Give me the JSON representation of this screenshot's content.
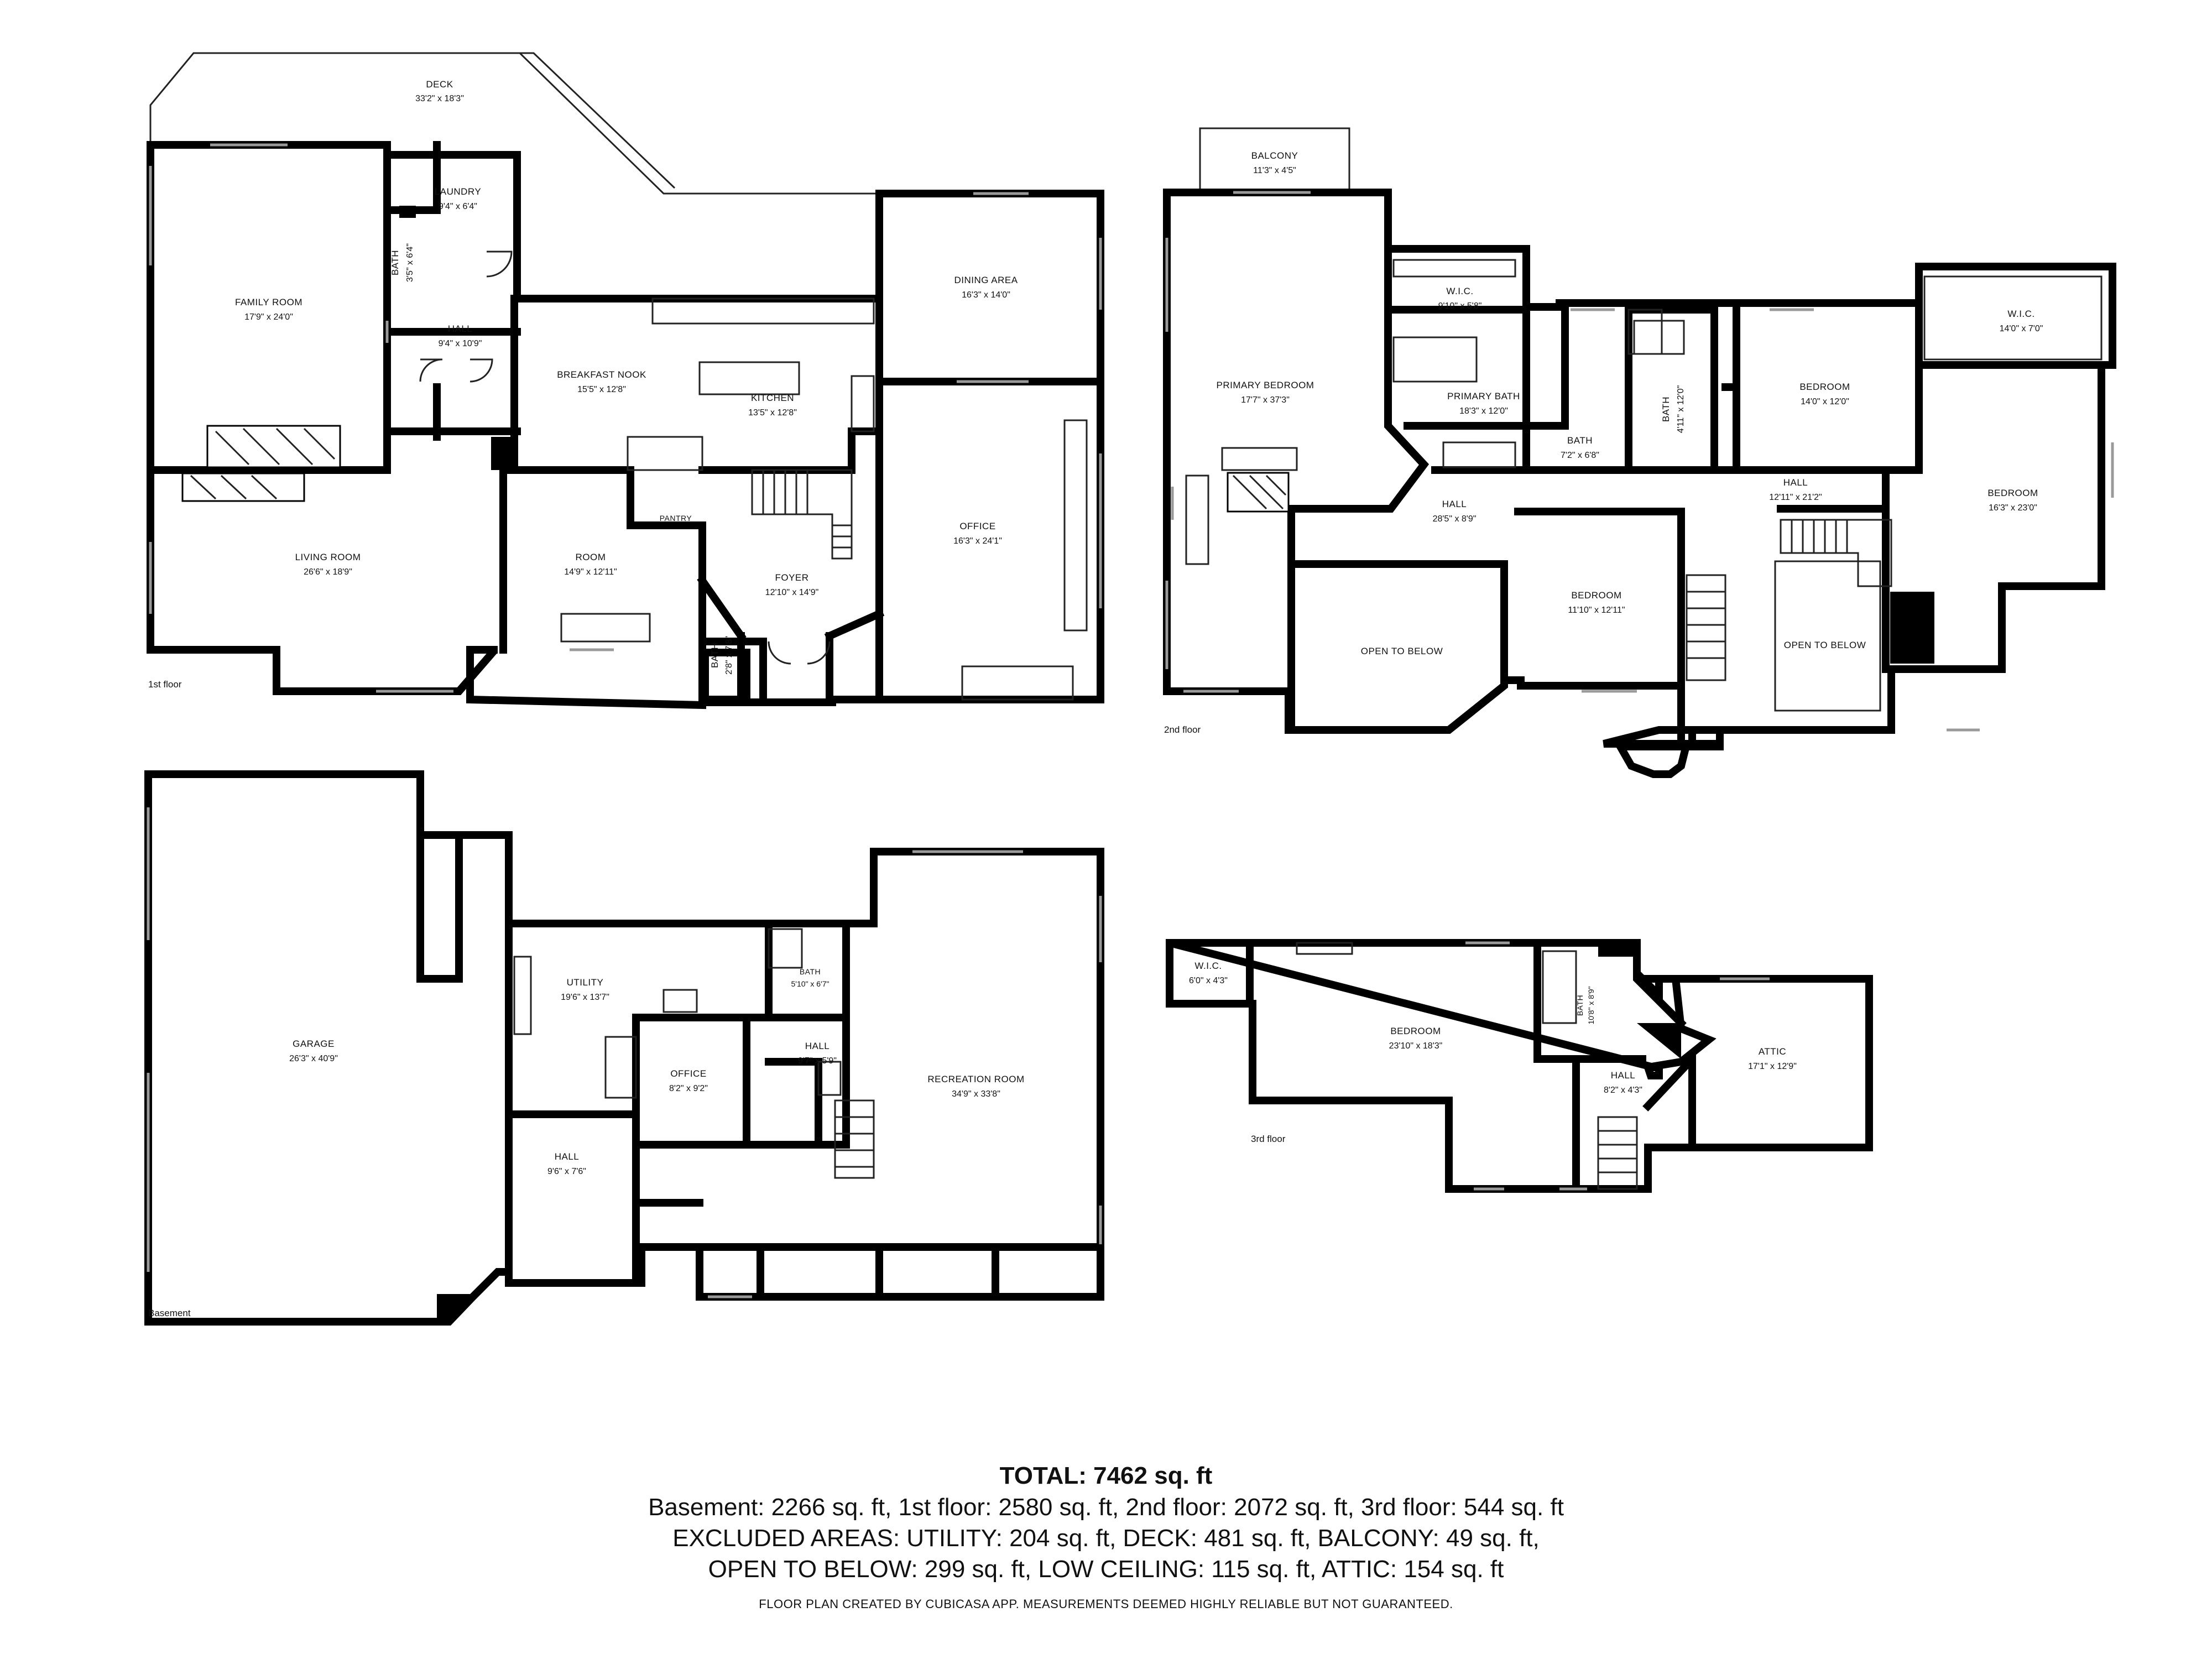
{
  "floors": {
    "first": {
      "label": "1st floor",
      "rooms": {
        "deck": {
          "name": "DECK",
          "dims": "33'2\" x 18'3\""
        },
        "laundry": {
          "name": "LAUNDRY",
          "dims": "9'4\" x 6'4\""
        },
        "bath_small": {
          "name": "BATH",
          "dims": "3'5\" x 6'4\""
        },
        "family_room": {
          "name": "FAMILY ROOM",
          "dims": "17'9\" x 24'0\""
        },
        "hall": {
          "name": "HALL",
          "dims": "9'4\" x 10'9\""
        },
        "breakfast_nook": {
          "name": "BREAKFAST NOOK",
          "dims": "15'5\" x 12'8\""
        },
        "kitchen": {
          "name": "KITCHEN",
          "dims": "13'5\" x 12'8\""
        },
        "dining_area": {
          "name": "DINING AREA",
          "dims": "16'3\" x 14'0\""
        },
        "pantry": {
          "name": "PANTRY"
        },
        "living_room": {
          "name": "LIVING ROOM",
          "dims": "26'6\" x 18'9\""
        },
        "room": {
          "name": "ROOM",
          "dims": "14'9\" x 12'11\""
        },
        "foyer": {
          "name": "FOYER",
          "dims": "12'10\" x 14'9\""
        },
        "office": {
          "name": "OFFICE",
          "dims": "16'3\" x 24'1\""
        },
        "bath_foyer": {
          "name": "BATH",
          "dims": "2'8\" x 7'8\""
        }
      }
    },
    "second": {
      "label": "2nd floor",
      "rooms": {
        "balcony": {
          "name": "BALCONY",
          "dims": "11'3\" x 4'5\""
        },
        "primary_bedroom": {
          "name": "PRIMARY BEDROOM",
          "dims": "17'7\" x 37'3\""
        },
        "wic_primary": {
          "name": "W.I.C.",
          "dims": "9'10\" x 5'8\""
        },
        "primary_bath": {
          "name": "PRIMARY BATH",
          "dims": "18'3\" x 12'0\""
        },
        "bath_a": {
          "name": "BATH",
          "dims": "7'2\" x 6'8\""
        },
        "bath_b": {
          "name": "BATH",
          "dims": "4'11\" x 12'0\""
        },
        "bedroom_a": {
          "name": "BEDROOM",
          "dims": "14'0\" x 12'0\""
        },
        "wic_b": {
          "name": "W.I.C.",
          "dims": "14'0\" x 7'0\""
        },
        "bedroom_b": {
          "name": "BEDROOM",
          "dims": "16'3\" x 23'0\""
        },
        "hall_a": {
          "name": "HALL",
          "dims": "28'5\" x 8'9\""
        },
        "hall_b": {
          "name": "HALL",
          "dims": "12'11\" x 21'2\""
        },
        "open_below_a": {
          "name": "OPEN TO BELOW"
        },
        "bedroom_c": {
          "name": "BEDROOM",
          "dims": "11'10\" x 12'11\""
        },
        "open_below_b": {
          "name": "OPEN TO BELOW"
        }
      }
    },
    "basement": {
      "label": "Basement",
      "rooms": {
        "garage": {
          "name": "GARAGE",
          "dims": "26'3\" x 40'9\""
        },
        "utility": {
          "name": "UTILITY",
          "dims": "19'6\" x 13'7\""
        },
        "bath": {
          "name": "BATH",
          "dims": "5'10\" x 6'7\""
        },
        "hall_a": {
          "name": "HALL",
          "dims": "9'7\" x 5'9\""
        },
        "office": {
          "name": "OFFICE",
          "dims": "8'2\" x 9'2\""
        },
        "recreation_room": {
          "name": "RECREATION ROOM",
          "dims": "34'9\" x 33'8\""
        },
        "hall_b": {
          "name": "HALL",
          "dims": "9'6\" x 7'6\""
        }
      }
    },
    "third": {
      "label": "3rd floor",
      "rooms": {
        "wic": {
          "name": "W.I.C.",
          "dims": "6'0\" x 4'3\""
        },
        "bedroom": {
          "name": "BEDROOM",
          "dims": "23'10\" x 18'3\""
        },
        "bath": {
          "name": "BATH",
          "dims": "10'8\" x 8'9\""
        },
        "attic": {
          "name": "ATTIC",
          "dims": "17'1\" x 12'9\""
        },
        "hall": {
          "name": "HALL",
          "dims": "8'2\" x 4'3\""
        }
      }
    }
  },
  "summary": {
    "total": "TOTAL: 7462 sq. ft",
    "line1": "Basement: 2266 sq. ft, 1st floor: 2580 sq. ft, 2nd floor: 2072 sq. ft, 3rd floor: 544 sq. ft",
    "line2": "EXCLUDED AREAS: UTILITY: 204 sq. ft, DECK: 481 sq. ft, BALCONY: 49 sq. ft,",
    "line3": "OPEN TO BELOW: 299 sq. ft, LOW CEILING: 115 sq. ft, ATTIC: 154 sq. ft",
    "disclaimer": "FLOOR PLAN CREATED BY CUBICASA APP. MEASUREMENTS DEEMED HIGHLY RELIABLE BUT NOT GUARANTEED."
  }
}
